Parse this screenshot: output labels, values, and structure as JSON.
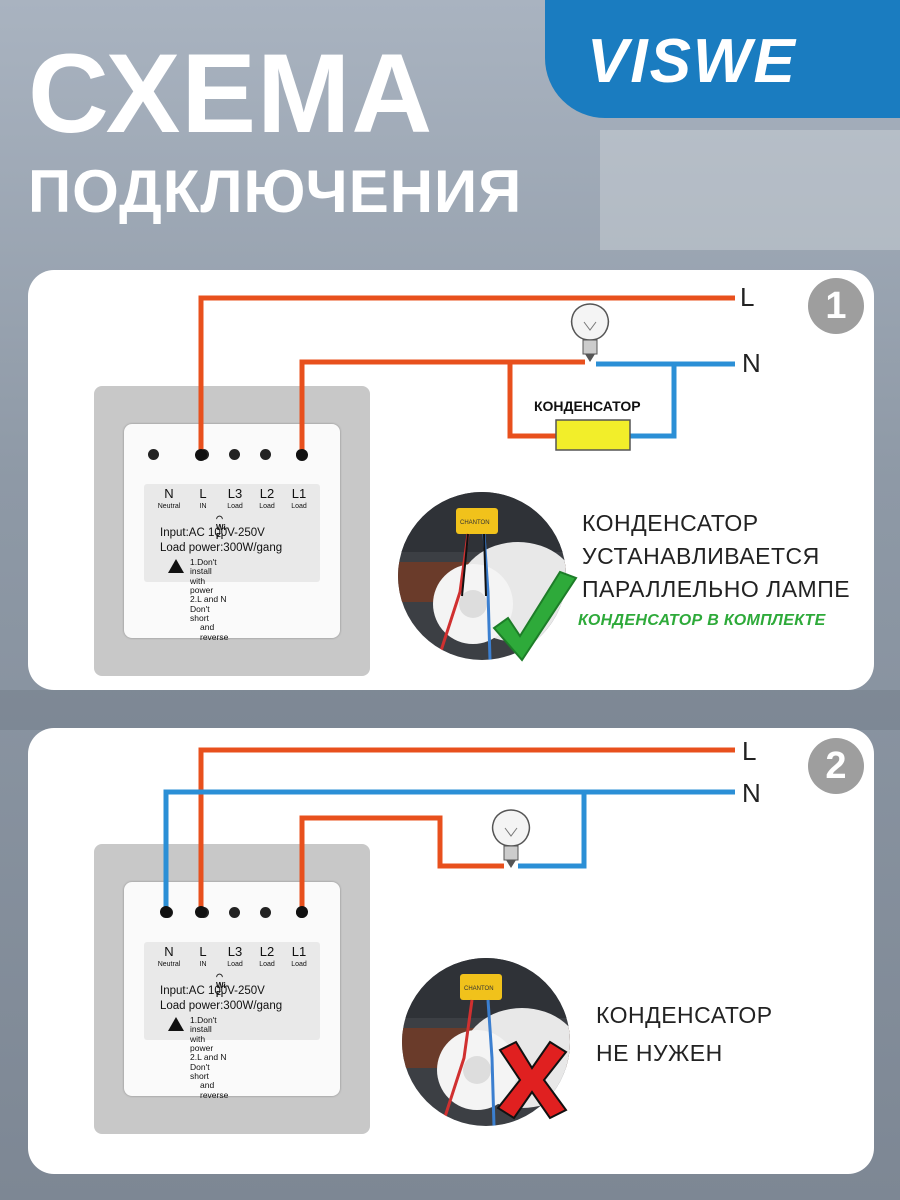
{
  "header": {
    "title_line1": "СХЕМА",
    "title_line2": "ПОДКЛЮЧЕНИЯ",
    "brand": "VISWE"
  },
  "colors": {
    "live_wire": "#e8501d",
    "neutral_wire": "#2b8fd6",
    "brand_blue": "#1a7cc0",
    "capacitor": "#f2ee2a",
    "check_green": "#2eaa3a",
    "cross_red": "#e02020"
  },
  "diagram1": {
    "number": "1",
    "wire_L": "L",
    "wire_N": "N",
    "capacitor_label": "КОНДЕНСАТОР",
    "caption_lines": [
      "КОНДЕНСАТОР",
      "УСТАНАВЛИВАЕТСЯ",
      "ПАРАЛЛЕЛЬНО ЛАМПЕ"
    ],
    "included_note": "КОНДЕНСАТОР В КОМПЛЕКТЕ",
    "photo_icon": "check-icon"
  },
  "diagram2": {
    "number": "2",
    "wire_L": "L",
    "wire_N": "N",
    "caption_lines": [
      "КОНДЕНСАТОР",
      "НЕ НУЖЕН"
    ],
    "photo_icon": "cross-icon"
  },
  "switch_label": {
    "terminals": [
      "N",
      "L",
      "L3",
      "L2",
      "L1"
    ],
    "terminal_subs": [
      "Neutral",
      "IN",
      "Load",
      "Load",
      "Load"
    ],
    "wifi": "Wi-Fi",
    "input": "Input:AC 100V-250V",
    "load": "Load power:300W/gang",
    "warn1": "1.Don't install with power",
    "warn2": "2.L and N Don't short",
    "warn3": "and reverse"
  },
  "photo_text": {
    "capacitor_brand": "CHANTON"
  }
}
